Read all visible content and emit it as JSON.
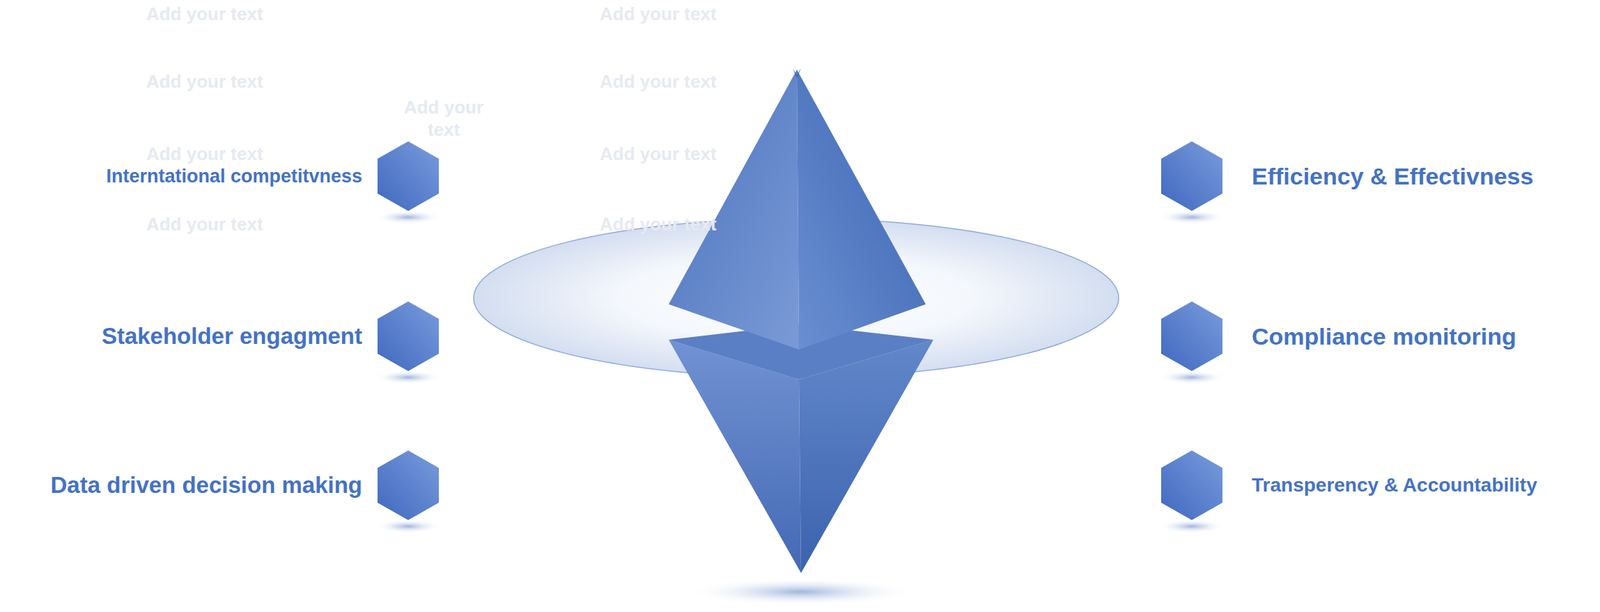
{
  "diagram": {
    "nodes": [
      {
        "text": [
          "Interntational competitvness"
        ]
      },
      {
        "text": [
          "Efficiency & Effectivness"
        ]
      },
      {
        "text": [
          "Stakeholder engagment"
        ]
      },
      {
        "text": [
          "Compliance monitoring"
        ]
      },
      {
        "text": [
          "Data driven decision making"
        ]
      },
      {
        "text": [
          "Transperency & Accountability"
        ]
      }
    ],
    "labels": [
      "Add your text",
      "Add your text",
      "Add your text",
      "Add your text",
      "Add your text",
      "Add your text",
      "Add your text",
      "Add your text",
      "Add your text"
    ]
  }
}
